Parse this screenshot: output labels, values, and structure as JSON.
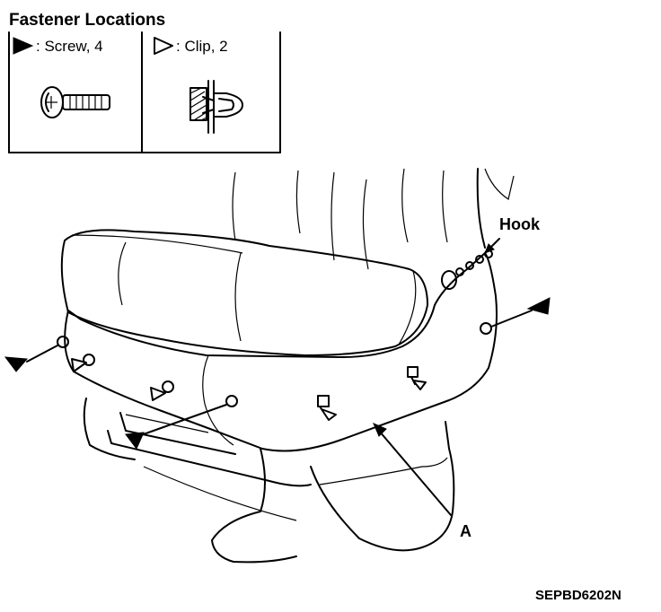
{
  "legend": {
    "title": "Fastener Locations",
    "screw_label": ": Screw, 4",
    "clip_label": ": Clip, 2"
  },
  "callouts": {
    "hook": "Hook",
    "part_a": "A"
  },
  "figure_code": "SEPBD6202N"
}
